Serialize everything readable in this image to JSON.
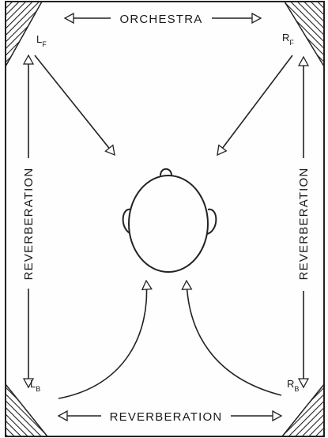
{
  "labels": {
    "top": "ORCHESTRA",
    "bottom": "REVERBERATION",
    "left": "REVERBERATION",
    "right": "REVERBERATION"
  },
  "corners": {
    "lf": {
      "main": "L",
      "sub": "F"
    },
    "rf": {
      "main": "R",
      "sub": "F"
    },
    "lb": {
      "main": "L",
      "sub": "B"
    },
    "rb": {
      "main": "R",
      "sub": "B"
    }
  }
}
